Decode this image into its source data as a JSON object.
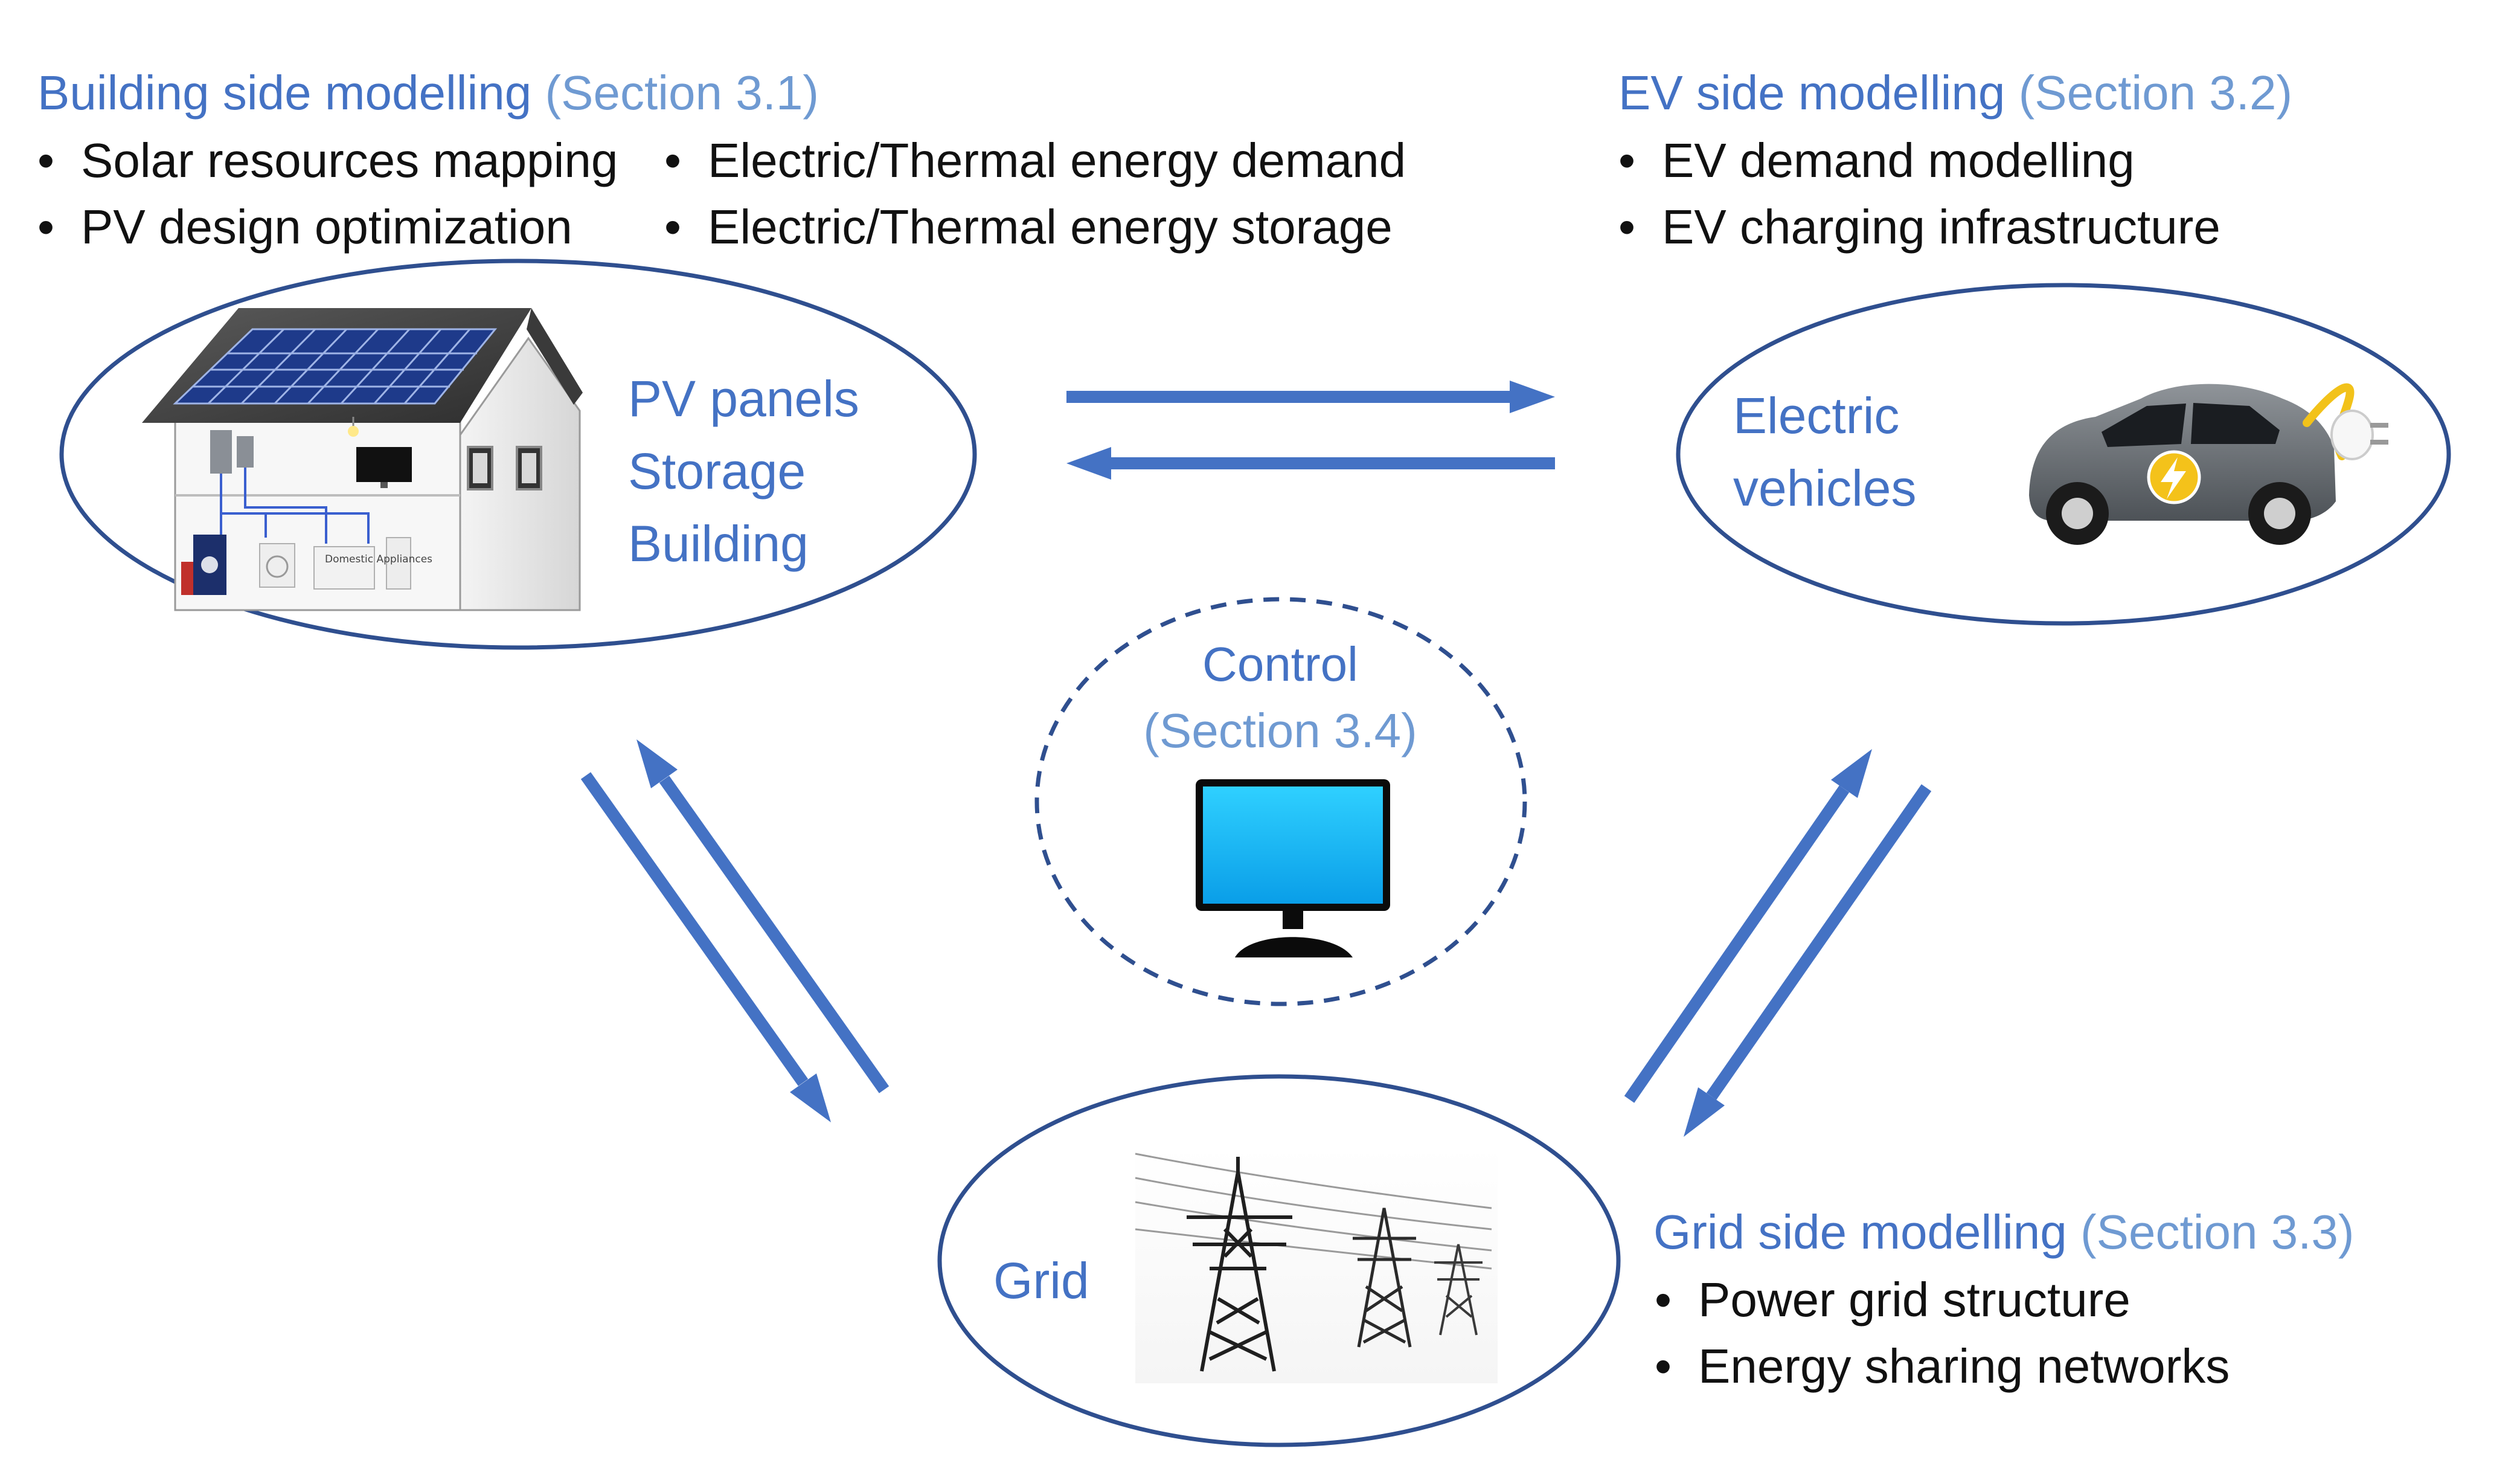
{
  "building_block": {
    "heading": "Building side modelling",
    "section": "(Section 3.1)",
    "bullets_col1": [
      "Solar resources mapping",
      "PV design optimization"
    ],
    "bullets_col2": [
      "Electric/Thermal energy demand",
      "Electric/Thermal energy storage"
    ],
    "node_labels": [
      "PV panels",
      "Storage",
      "Building"
    ],
    "appliances_caption": "Domestic Appliances"
  },
  "ev_block": {
    "heading": "EV side modelling",
    "section": "(Section 3.2)",
    "bullets": [
      "EV demand modelling",
      "EV charging infrastructure"
    ],
    "node_labels": [
      "Electric",
      "vehicles"
    ]
  },
  "grid_block": {
    "heading": "Grid side modelling",
    "section": "(Section 3.3)",
    "bullets": [
      "Power grid structure",
      "Energy sharing networks"
    ],
    "node_label": "Grid"
  },
  "control_block": {
    "title": "Control",
    "section": "(Section 3.4)"
  },
  "bullet_char": "•",
  "icons": [
    "house-solar-icon",
    "electric-car-icon",
    "monitor-icon",
    "power-pylons-icon"
  ],
  "colors": {
    "accent": "#4472C4",
    "section_text": "#6F9AD2",
    "body_text": "#111111",
    "outline": "#2F4F8F"
  }
}
